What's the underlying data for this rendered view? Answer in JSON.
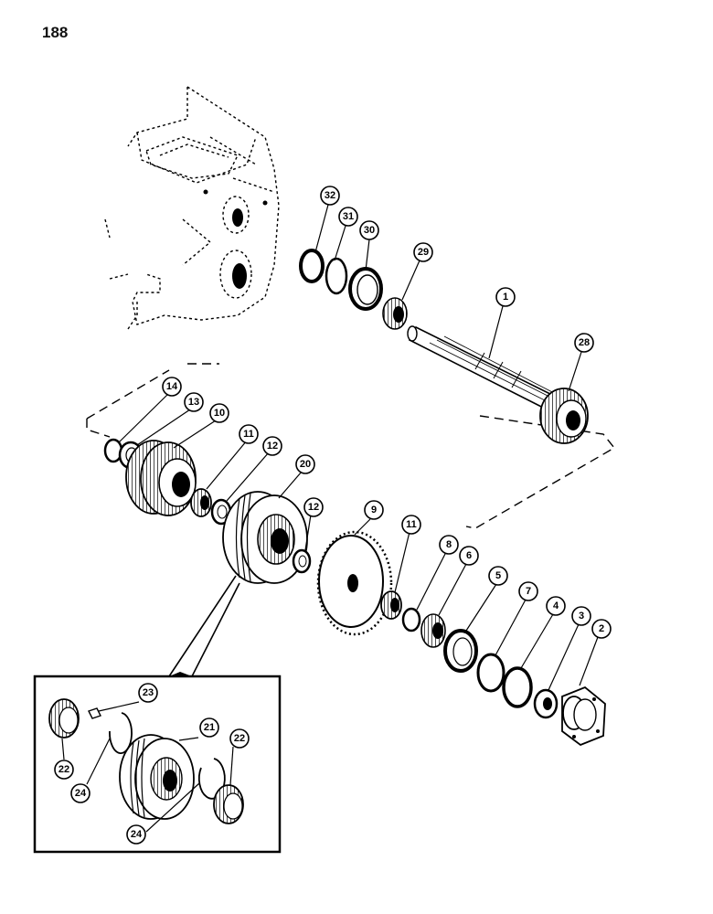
{
  "page": {
    "number": "188"
  },
  "callouts": [
    {
      "id": "c1",
      "label": "1"
    },
    {
      "id": "c2",
      "label": "2"
    },
    {
      "id": "c3",
      "label": "3"
    },
    {
      "id": "c4",
      "label": "4"
    },
    {
      "id": "c5",
      "label": "5"
    },
    {
      "id": "c6",
      "label": "6"
    },
    {
      "id": "c7",
      "label": "7"
    },
    {
      "id": "c8",
      "label": "8"
    },
    {
      "id": "c9",
      "label": "9"
    },
    {
      "id": "c10",
      "label": "10"
    },
    {
      "id": "c11a",
      "label": "11"
    },
    {
      "id": "c11b",
      "label": "11"
    },
    {
      "id": "c12a",
      "label": "12"
    },
    {
      "id": "c12b",
      "label": "12"
    },
    {
      "id": "c13",
      "label": "13"
    },
    {
      "id": "c14",
      "label": "14"
    },
    {
      "id": "c20",
      "label": "20"
    },
    {
      "id": "c21",
      "label": "21"
    },
    {
      "id": "c22a",
      "label": "22"
    },
    {
      "id": "c22b",
      "label": "22"
    },
    {
      "id": "c23",
      "label": "23"
    },
    {
      "id": "c24a",
      "label": "24"
    },
    {
      "id": "c24b",
      "label": "24"
    },
    {
      "id": "c28",
      "label": "28"
    },
    {
      "id": "c29",
      "label": "29"
    },
    {
      "id": "c30",
      "label": "30"
    },
    {
      "id": "c31",
      "label": "31"
    },
    {
      "id": "c32",
      "label": "32"
    }
  ],
  "colors": {
    "ink": "#000000",
    "paper": "#ffffff",
    "hatch": "#333333"
  }
}
